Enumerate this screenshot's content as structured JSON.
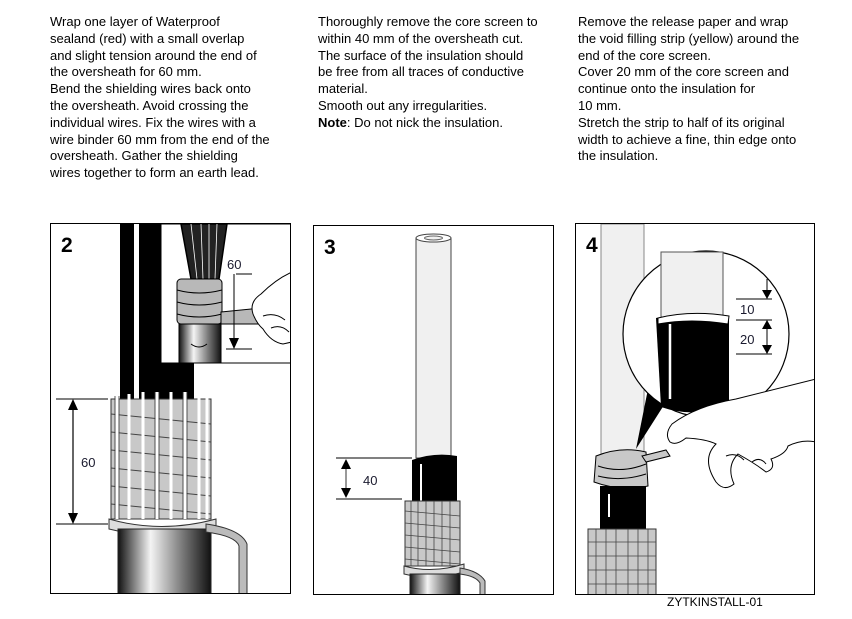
{
  "steps": [
    {
      "number": "2",
      "text_lines": [
        "Wrap one layer of  Waterproof",
        "sealand (red) with a small overlap",
        "and slight tension around the end of",
        "the oversheath for 60 mm.",
        "Bend the shielding wires back onto",
        "the oversheath. Avoid crossing the",
        "individual wires. Fix the wires with a",
        "wire binder 60 mm from the end of the",
        "oversheath. Gather the shielding",
        "wires together to form an earth lead."
      ],
      "dimensions": {
        "inset": "60",
        "main": "60"
      }
    },
    {
      "number": "3",
      "text_lines": [
        "Thoroughly remove the core screen to",
        "within 40 mm of the oversheath cut.",
        "The surface of the insulation should",
        "be free from all traces of conductive",
        "material.",
        "Smooth out any irregularities."
      ],
      "note_label": "Note",
      "note_text": ": Do not nick the insulation.",
      "dimensions": {
        "main": "40"
      }
    },
    {
      "number": "4",
      "text_lines": [
        "Remove the release paper and wrap",
        "the void filling strip (yellow) around the",
        "end of the core screen.",
        "Cover 20 mm of the core screen and",
        "continue onto the insulation for",
        "10 mm.",
        "Stretch the strip to half of its original",
        "width to achieve a fine, thin edge onto",
        "the insulation."
      ],
      "dimensions": {
        "upper": "10",
        "lower": "20"
      }
    }
  ],
  "reference_code": "ZYTKINSTALL-01",
  "colors": {
    "screen_black": "#000000",
    "tape_gray": "#b8b8b8",
    "insulation": "#f0f0f0",
    "mesh_fill": "#c8c8c8"
  }
}
